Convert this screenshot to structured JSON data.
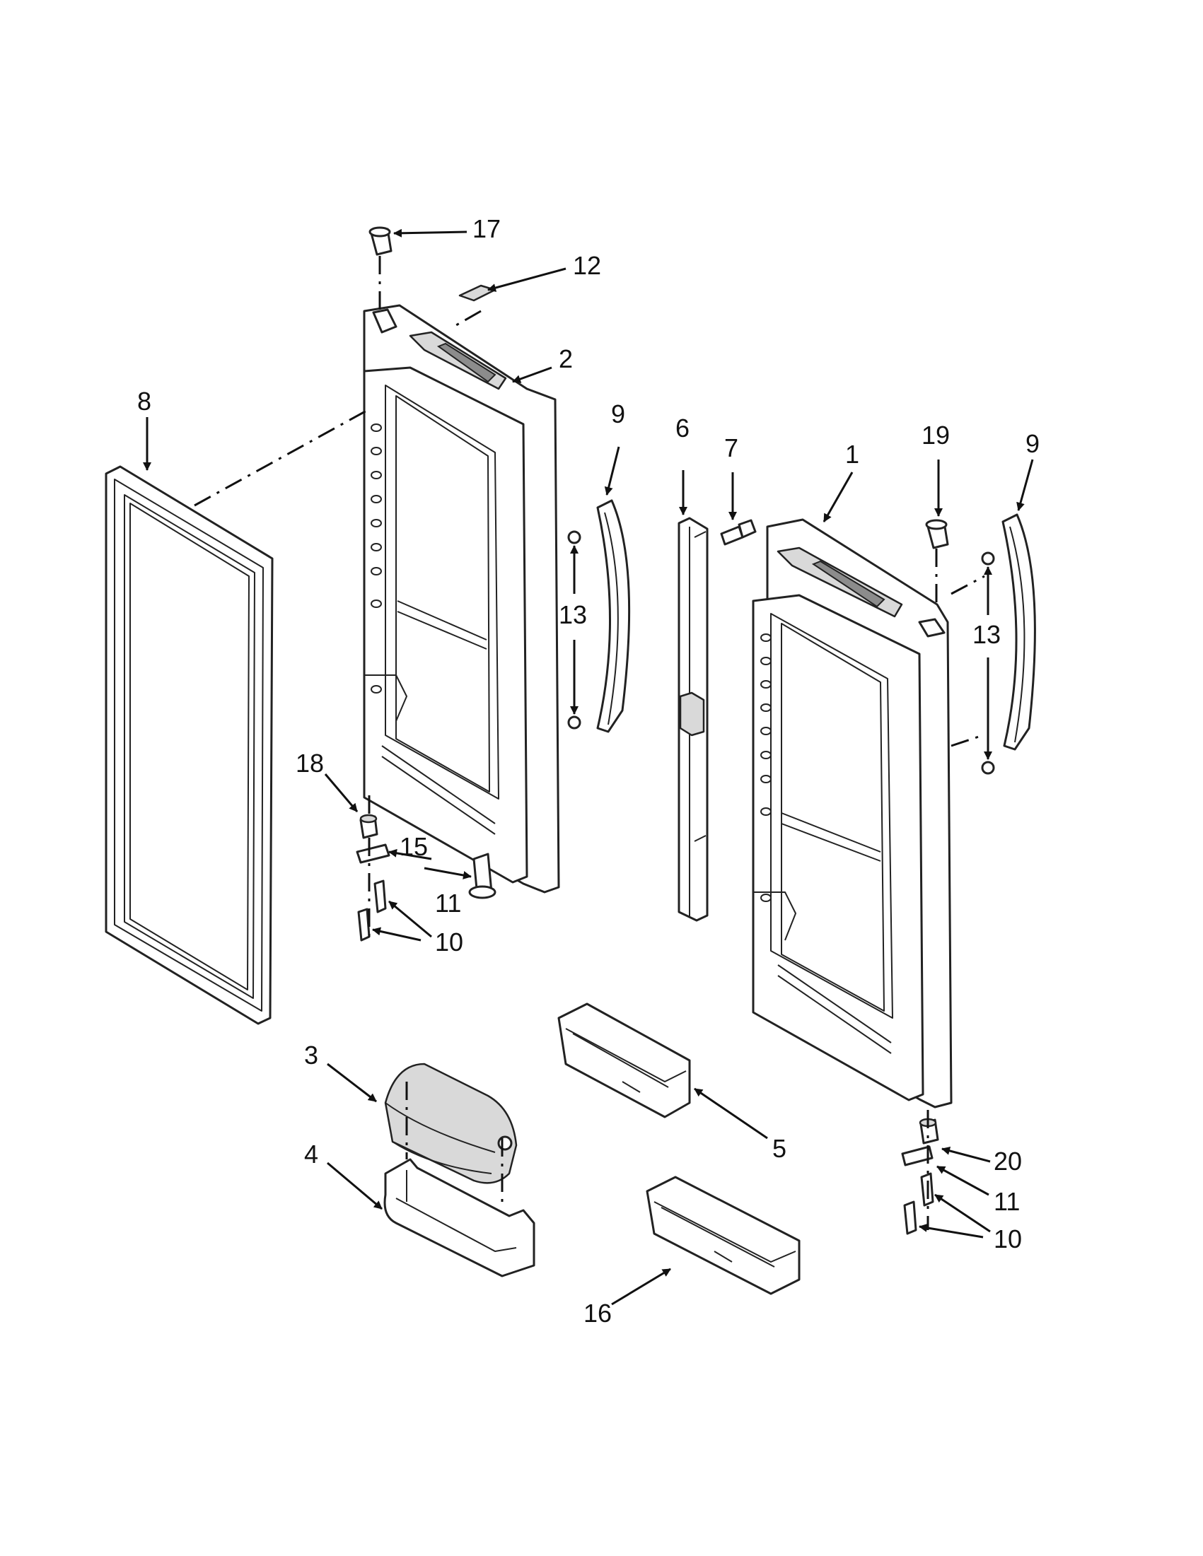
{
  "callouts": {
    "c1": "1",
    "c2": "2",
    "c3": "3",
    "c4": "4",
    "c5": "5",
    "c6": "6",
    "c7": "7",
    "c8": "8",
    "c9a": "9",
    "c9b": "9",
    "c10a": "10",
    "c10b": "10",
    "c11a": "11",
    "c11b": "11",
    "c12": "12",
    "c13a": "13",
    "c13b": "13",
    "c15": "15",
    "c16": "16",
    "c17": "17",
    "c18": "18",
    "c19": "19",
    "c20": "20"
  }
}
